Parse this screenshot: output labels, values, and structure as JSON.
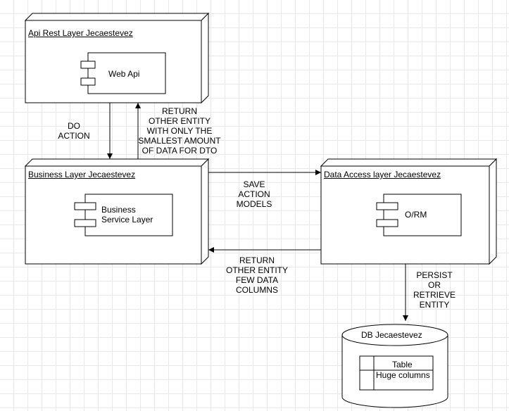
{
  "api_layer": {
    "title": "Api Rest Layer Jecaestevez",
    "component": "Web Api"
  },
  "business_layer": {
    "title": "Business Layer Jecaestevez",
    "component": "Business\nService Layer"
  },
  "data_layer": {
    "title": "Data Access layer Jecaestevez",
    "component": "O/RM"
  },
  "database": {
    "title": "DB Jecaestevez",
    "table_header": "Table",
    "table_row": "Huge columns"
  },
  "edges": {
    "do_action": "DO\nACTION",
    "return_dto": "RETURN\nOTHER ENTITY\nWITH ONLY THE\nSMALLEST AMOUNT\nOF DATA FOR DTO",
    "save_action": "SAVE\nACTION\nMODELS",
    "return_few": "RETURN\nOTHER ENTITY\nFEW  DATA\nCOLUMNS",
    "persist": "PERSIST\nOR\nRETRIEVE\nENTITY"
  }
}
